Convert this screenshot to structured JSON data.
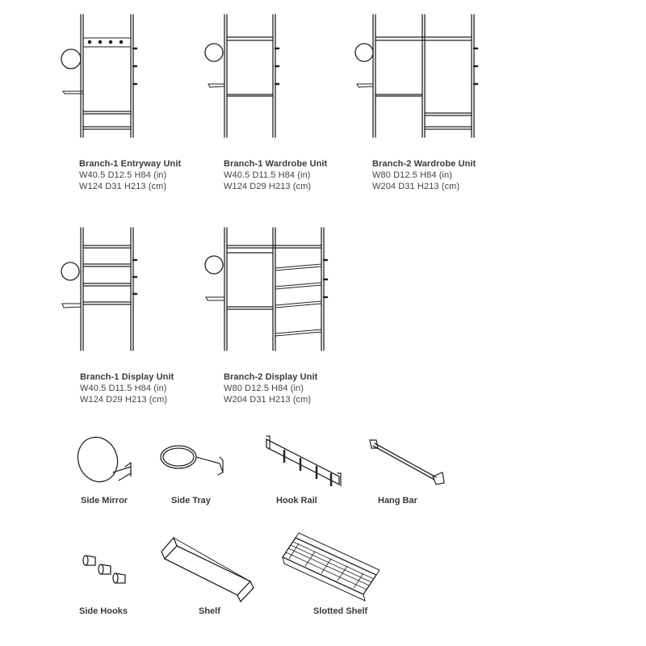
{
  "units": [
    {
      "title": "Branch-1 Entryway Unit",
      "dims_in": "W40.5 D12.5 H84 (in)",
      "dims_cm": "W124 D31 H213 (cm)"
    },
    {
      "title": "Branch-1 Wardrobe Unit",
      "dims_in": "W40.5 D11.5 H84 (in)",
      "dims_cm": "W124 D29 H213 (cm)"
    },
    {
      "title": "Branch-2 Wardrobe Unit",
      "dims_in": "W80 D12.5 H84 (in)",
      "dims_cm": "W204 D31 H213 (cm)"
    },
    {
      "title": "Branch-1 Display Unit",
      "dims_in": "W40.5 D11.5 H84 (in)",
      "dims_cm": "W124 D29 H213 (cm)"
    },
    {
      "title": "Branch-2 Display Unit",
      "dims_in": "W80 D12.5 H84 (in)",
      "dims_cm": "W204 D31 H213 (cm)"
    }
  ],
  "accessories": [
    {
      "label": "Side Mirror"
    },
    {
      "label": "Side Tray"
    },
    {
      "label": "Hook Rail"
    },
    {
      "label": "Hang Bar"
    },
    {
      "label": "Side Hooks"
    },
    {
      "label": "Shelf"
    },
    {
      "label": "Slotted Shelf"
    }
  ]
}
